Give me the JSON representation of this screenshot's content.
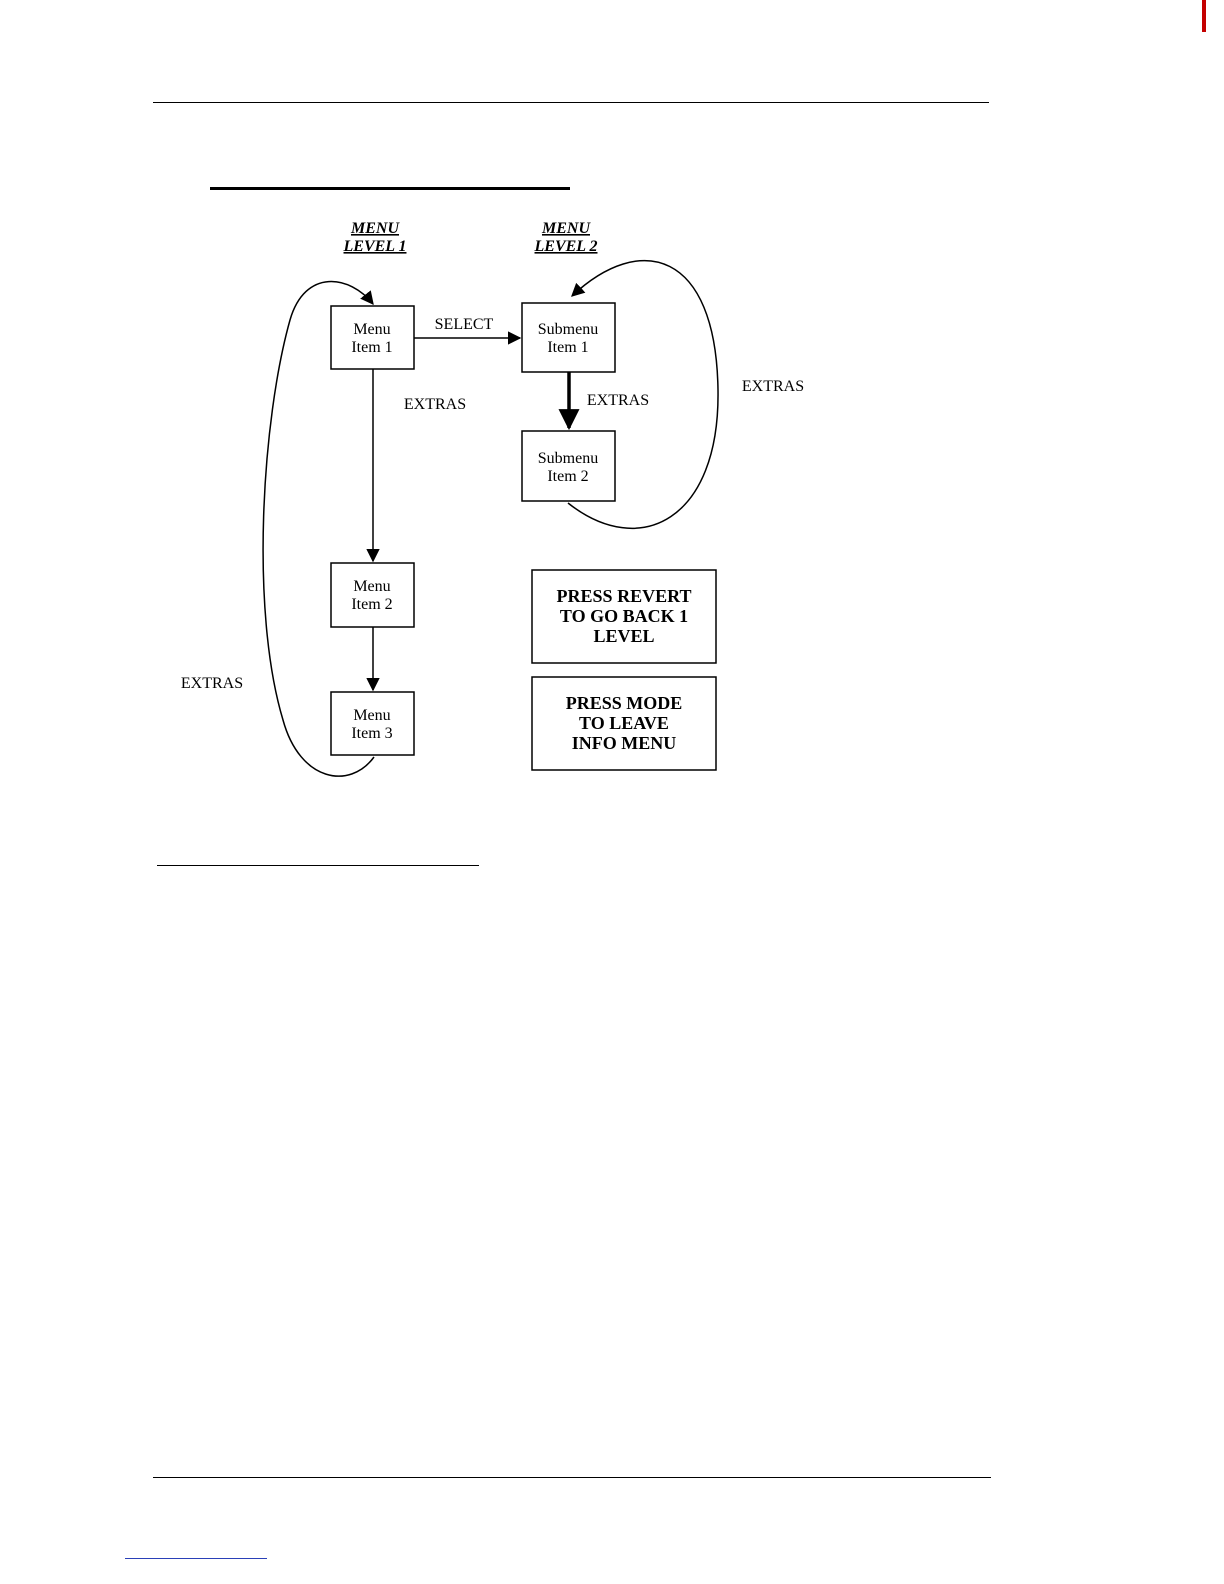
{
  "levels": {
    "level1": [
      "MENU",
      "LEVEL 1"
    ],
    "level2": [
      "MENU",
      "LEVEL 2"
    ]
  },
  "nodes": {
    "menu_item_1": [
      "Menu",
      "Item 1"
    ],
    "menu_item_2": [
      "Menu",
      "Item 2"
    ],
    "menu_item_3": [
      "Menu",
      "Item 3"
    ],
    "submenu_item_1": [
      "Submenu",
      "Item 1"
    ],
    "submenu_item_2": [
      "Submenu",
      "Item 2"
    ]
  },
  "edges": {
    "select": "SELECT",
    "extras_level1_down": "EXTRAS",
    "extras_level2_down": "EXTRAS",
    "extras_level2_loop": "EXTRAS",
    "extras_level1_loop": "EXTRAS"
  },
  "notes": {
    "revert": [
      "PRESS REVERT",
      "TO GO BACK 1",
      "LEVEL"
    ],
    "mode": [
      "PRESS MODE",
      "TO LEAVE",
      "INFO MENU"
    ]
  }
}
